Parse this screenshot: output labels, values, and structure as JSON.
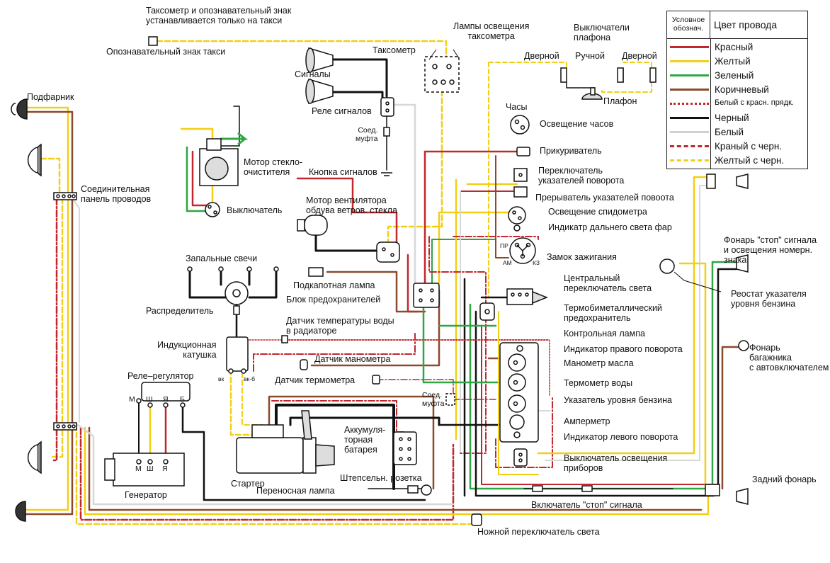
{
  "colors": {
    "red": "#c0282d",
    "yellow": "#f2cf17",
    "green": "#2fa543",
    "brown": "#8b4a2b",
    "black": "#111111",
    "white_wire": "#d8d8d8"
  },
  "legend": {
    "col_symbol": "Условное\nобознач.",
    "col_color": "Цвет провода",
    "items": [
      {
        "name": "Красный",
        "color": "#c0282d",
        "style": "solid"
      },
      {
        "name": "Желтый",
        "color": "#f2cf17",
        "style": "solid"
      },
      {
        "name": "Зеленый",
        "color": "#2fa543",
        "style": "solid"
      },
      {
        "name": "Коричневый",
        "color": "#8b4a2b",
        "style": "solid"
      },
      {
        "name": "Белый с красн. прядк.",
        "color": "#c0282d",
        "style": "dotted"
      },
      {
        "name": "Черный",
        "color": "#111111",
        "style": "solid"
      },
      {
        "name": "Белый",
        "color": "#d8d8d8",
        "style": "solid"
      },
      {
        "name": "Краный с черн.",
        "color": "#c0282d",
        "style": "dashdot"
      },
      {
        "name": "Желтый с черн.",
        "color": "#f2cf17",
        "style": "dash"
      }
    ]
  },
  "labels": {
    "taxi_note": "Таксометр и опознавательный знак\nустанавливается только на такси",
    "taxi_sign": "Опознавательный знак такси",
    "taximeter_lamps": "Лампы освещения\nтаксометра",
    "taximeter": "Таксометр",
    "horns": "Сигналы",
    "horn_relay": "Реле сигналов",
    "connector": "Соед.\nмуфта",
    "horn_button": "Кнопка сигналов",
    "ceiling_switches": "Выключатели\nплафона",
    "door_left": "Дверной",
    "manual": "Ручной",
    "door_right": "Дверной",
    "ceiling_lamp": "Плафон",
    "clock": "Часы",
    "clock_light": "Освещение часов",
    "cigarette_lighter": "Прикуриватель",
    "turn_switch": "Переключатель\nуказателей поворота",
    "turn_interrupter": "Прерыватель указателей повоота",
    "speedo_light": "Освещение спидометра",
    "high_beam_ind": "Индикатр дальнего света фар",
    "ignition_lock": "Замок зажигания",
    "pr": "ПР",
    "am": "АМ",
    "kz": "КЗ",
    "main_light_switch": "Центральный\nпереключатель света",
    "thermo_fuse": "Термобиметаллический\nпредохранитель",
    "control_lamp": "Контрольная лампа",
    "right_turn_ind": "Индикатор правого поворота",
    "oil_gauge": "Манометр масла",
    "water_temp": "Термометр воды",
    "fuel_gauge": "Указатель уровня бензина",
    "ammeter": "Амперметр",
    "left_turn_ind": "Индикатор левого поворота",
    "instr_light_switch": "Выключатель освещения\nприборов",
    "stop_switch": "Включатель \"стоп\" сигнала",
    "foot_switch": "Ножной переключатель света",
    "sidelight": "Подфарник",
    "connection_panel": "Соединительная\nпанель проводов",
    "wiper_motor": "Мотор стекло-\nочистителя",
    "switch": "Выключатель",
    "fan_motor": "Мотор вентилятора\nобдува ветров. стекла",
    "spark_plugs": "Запальные свечи",
    "distributor": "Распределитель",
    "hood_lamp": "Подкапотная лампа",
    "fuse_block": "Блок предохранителей",
    "water_temp_sensor": "Датчик температуры воды\nв радиаторе",
    "ignition_coil": "Индукционная\nкатушка",
    "oil_sensor": "Датчик манометра",
    "temp_sensor": "Датчик термометра",
    "vk": "вк",
    "vkb": "вк-б",
    "regulator": "Реле–регулятор",
    "term_m": "М",
    "term_sh": "Ш",
    "term_ya": "Я",
    "term_b": "Б",
    "gen_m": "М",
    "gen_sh": "Ш",
    "gen_ya": "Я",
    "generator": "Генератор",
    "starter": "Стартер",
    "battery": "Аккумуля-\nторная\nбатарея",
    "socket": "Штепсельн. розетка",
    "portable_lamp": "Переносная лампа",
    "connector2": "Соед.\nмуфта",
    "stop_lamp": "Фонарь \"стоп\" сигнала\nи освещения номерн.\nзнака",
    "fuel_rheostat": "Реостат указателя\nуровня бензина",
    "trunk_lamp": "Фонарь\nбагажника\nс автовключателем",
    "tail_lamp": "Задний фонарь"
  }
}
